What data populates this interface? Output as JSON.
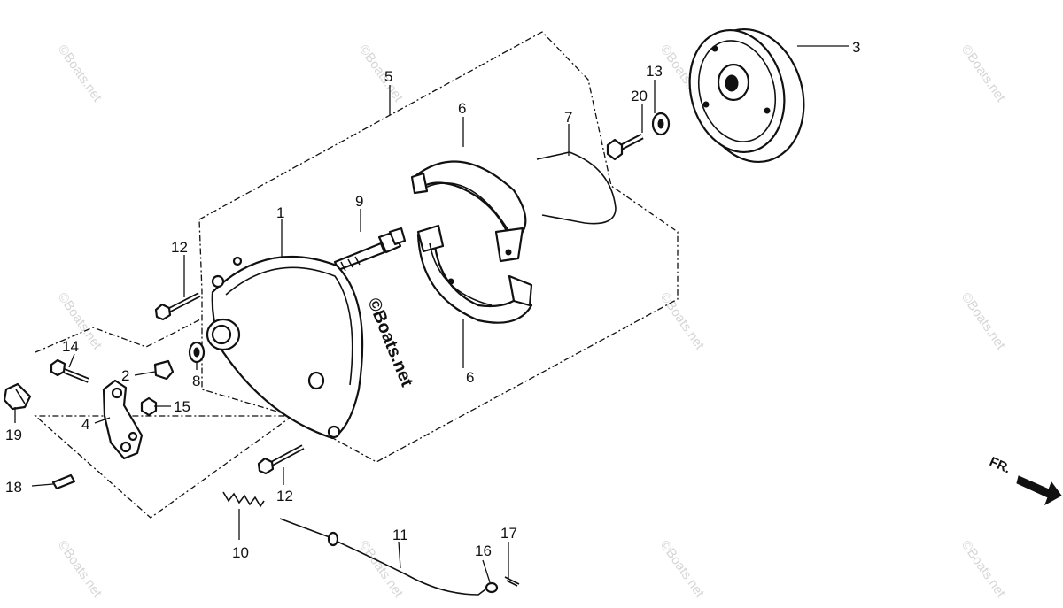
{
  "watermark": "©Boats.net",
  "stamp": "©Boats.net",
  "direction_label": "FR.",
  "callouts": [
    "1",
    "2",
    "3",
    "4",
    "5",
    "6",
    "6",
    "7",
    "8",
    "9",
    "10",
    "11",
    "12",
    "12",
    "13",
    "14",
    "15",
    "16",
    "17",
    "18",
    "19",
    "20"
  ]
}
